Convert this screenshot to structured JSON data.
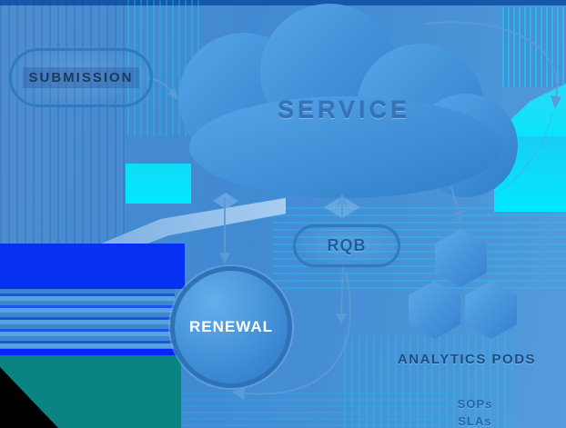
{
  "nodes": {
    "submission": {
      "label": "SUBMISSION"
    },
    "service": {
      "label": "SERVICE"
    },
    "rqb": {
      "label": "RQB"
    },
    "renewal": {
      "label": "RENEWAL"
    },
    "analytics_pods": {
      "label": "ANALYTICS PODS"
    },
    "sops": {
      "label": "SOPs"
    },
    "slas": {
      "label": "SLAs"
    }
  },
  "colors": {
    "cloud_light": "#57a5e8",
    "cloud_dark": "#2e7ec9",
    "outline_blue": "#2f7ac0",
    "node_text_dark": "#1d4d80",
    "renewal_text": "#ffffff",
    "arrow": "#5b9bd5",
    "bg_base": "#4189d2",
    "bg_bright_blue": "#0631f2",
    "bg_cyan": "#00e9ff",
    "bg_teal": "#0b8382",
    "bg_black": "#000000"
  }
}
